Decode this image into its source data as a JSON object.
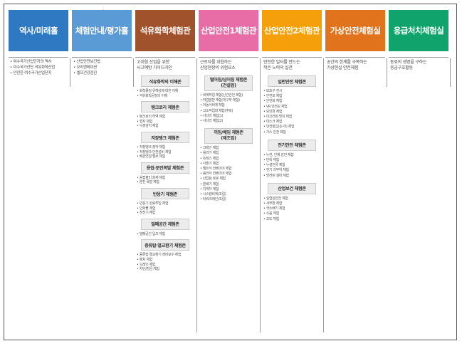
{
  "header_mark": "*",
  "columns": [
    {
      "title": "역사/미래홀",
      "color": "#2f78c2",
      "desc": [],
      "items": [
        "• 여수국가산업단지의 역사",
        "• 여수국가산단 석유화학산업",
        "• 안전한 여수국가산업단지"
      ],
      "zones": []
    },
    {
      "title": "체험안내/평가홀",
      "color": "#5b9bd5",
      "desc": [],
      "items": [
        "• 산업안전보건법",
        "• 오리엔테이션",
        "• 셀프건강검진"
      ],
      "zones": []
    },
    {
      "title": "석유화학체험관",
      "color": "#a0522d",
      "desc": [
        "고위험 산업을 위한",
        "사고예방 가이드라인"
      ],
      "items": [],
      "zones": [
        {
          "label": "석유화학의 이해존",
          "items": [
            "• 화학물질 유해성에 대한 이해",
            "• 석유화학공정의 이해"
          ]
        },
        {
          "label": "탱크로리 체험존",
          "items": [
            "• 탱크로리 하역 체험",
            "• 접지 체험",
            "• 누출감지 체험"
          ]
        },
        {
          "label": "저장탱크 체험존",
          "items": [
            "• 저장탱크 출하 체험",
            "• 저장탱크 안전설비 체험",
            "• 배관연결 밸브 체험"
          ]
        },
        {
          "label": "용접·분진폭발 체험존",
          "items": [
            "• 용접불티 화재 체험",
            "• 분진 폭발 체험"
          ]
        },
        {
          "label": "반응기 체험존",
          "items": [
            "• 반응기 원료투입 체험",
            "• 인화물 체험",
            "• 정전기 체험"
          ]
        },
        {
          "label": "밀폐공간 체험존",
          "items": [
            "• 밀폐공간 입조 체험"
          ]
        },
        {
          "label": "증류탑·열교환기 체험존",
          "items": [
            "• 증류탑·열교환기 정비보수 체험",
            "• 매치 체험",
            "• 드레인 체험",
            "• 차단/잠금 체험"
          ]
        }
      ]
    },
    {
      "title": "산업안전1체험관",
      "color": "#e86ca6",
      "desc": [
        "근로자를 위협하는",
        "산업현장의 위험요소"
      ],
      "items": [],
      "zones": [
        {
          "label": "떨어짐/넘어짐 체험존\n(건설업)",
          "items": [
            "• 비계작업 체험(난간안전 체험)",
            "• 작업발판 체험(개구부 체험)",
            "• 이동식비계 체험",
            "• 고소작업대 체험(추락)",
            "• 사다리 체험(1)",
            "• 사다리 체험(2)"
          ]
        },
        {
          "label": "끼임/베임 체험존\n(제조업)",
          "items": [
            "• 크레인 체험",
            "• 롤러기 체험",
            "• 프레스 체험",
            "• 사출기 체험",
            "• 벨트식 컨베이어 체험",
            "• 롤러식 컨베이어 체험",
            "• 산업용 로봇 체험",
            "• 분쇄기 체험",
            "• 지게차 체험",
            "• 시스템비계(조립)",
            "• 터워크레인(조립)"
          ]
        }
      ]
    },
    {
      "title": "산업안전2체험관",
      "color": "#f5a00a",
      "desc": [
        "안전한 일터를 만드는",
        "작은 노력의 실천"
      ],
      "items": [],
      "zones": [
        {
          "label": "일반안전 체험존",
          "items": [
            "• 보호구 전시",
            "• 안전모 체험",
            "• 안전화 체험",
            "• VR 안전모 체험",
            "• 보안경 체험",
            "• 미끄러짐 방지 체험",
            "• 마스크 체험",
            "• 안전장갑(손·끼) 체험",
            "• 가스 안전 체험"
          ]
        },
        {
          "label": "전기안전 체험존",
          "items": [
            "• 누전, 인체 감전 체험",
            "• 단락 체험",
            "• 누설전류 체험",
            "• 전기 과부하 체험",
            "• 방전된 설비 체험"
          ]
        },
        {
          "label": "산업보건 체험존",
          "items": [
            "• 실험실안전 체험",
            "• 사무환 체험",
            "• 국소배기 체험",
            "• 소음 체험",
            "• 조도 체험"
          ]
        }
      ]
    },
    {
      "title": "가상안전체험실",
      "color": "#e0731c",
      "desc": [
        "공간의 한계를 극복하는",
        "가상현실 안전체험"
      ],
      "items": [],
      "zones": []
    },
    {
      "title": "응급처치체험실",
      "color": "#10a36c",
      "desc": [
        "동료의 생명을 구하는",
        "응급구호활동"
      ],
      "items": [],
      "zones": []
    }
  ]
}
